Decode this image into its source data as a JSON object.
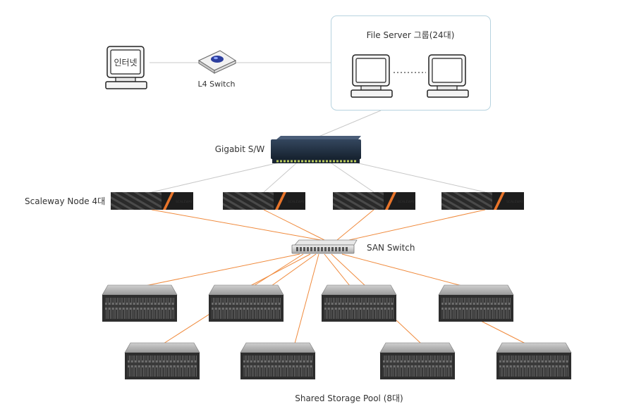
{
  "internet": {
    "label": "인터넷"
  },
  "l4_switch": {
    "label": "L4 Switch"
  },
  "file_server_group": {
    "title": "File Server 그룹(24대)"
  },
  "gigabit_switch": {
    "label": "Gigabit S/W"
  },
  "scaleway_nodes": {
    "label": "Scaleway Node 4대",
    "count": 4,
    "badge": "SCALEWAY"
  },
  "san_switch": {
    "label": "SAN Switch"
  },
  "storage_pool": {
    "label": "Shared Storage Pool (8대)",
    "count": 8
  },
  "colors": {
    "network_line": "#c8c8c8",
    "san_line": "#f08a3c",
    "group_border": "#b7d3df",
    "node_body": "#2a2a2a",
    "node_accent": "#e8742a",
    "switch_body": "#1f2f44"
  }
}
